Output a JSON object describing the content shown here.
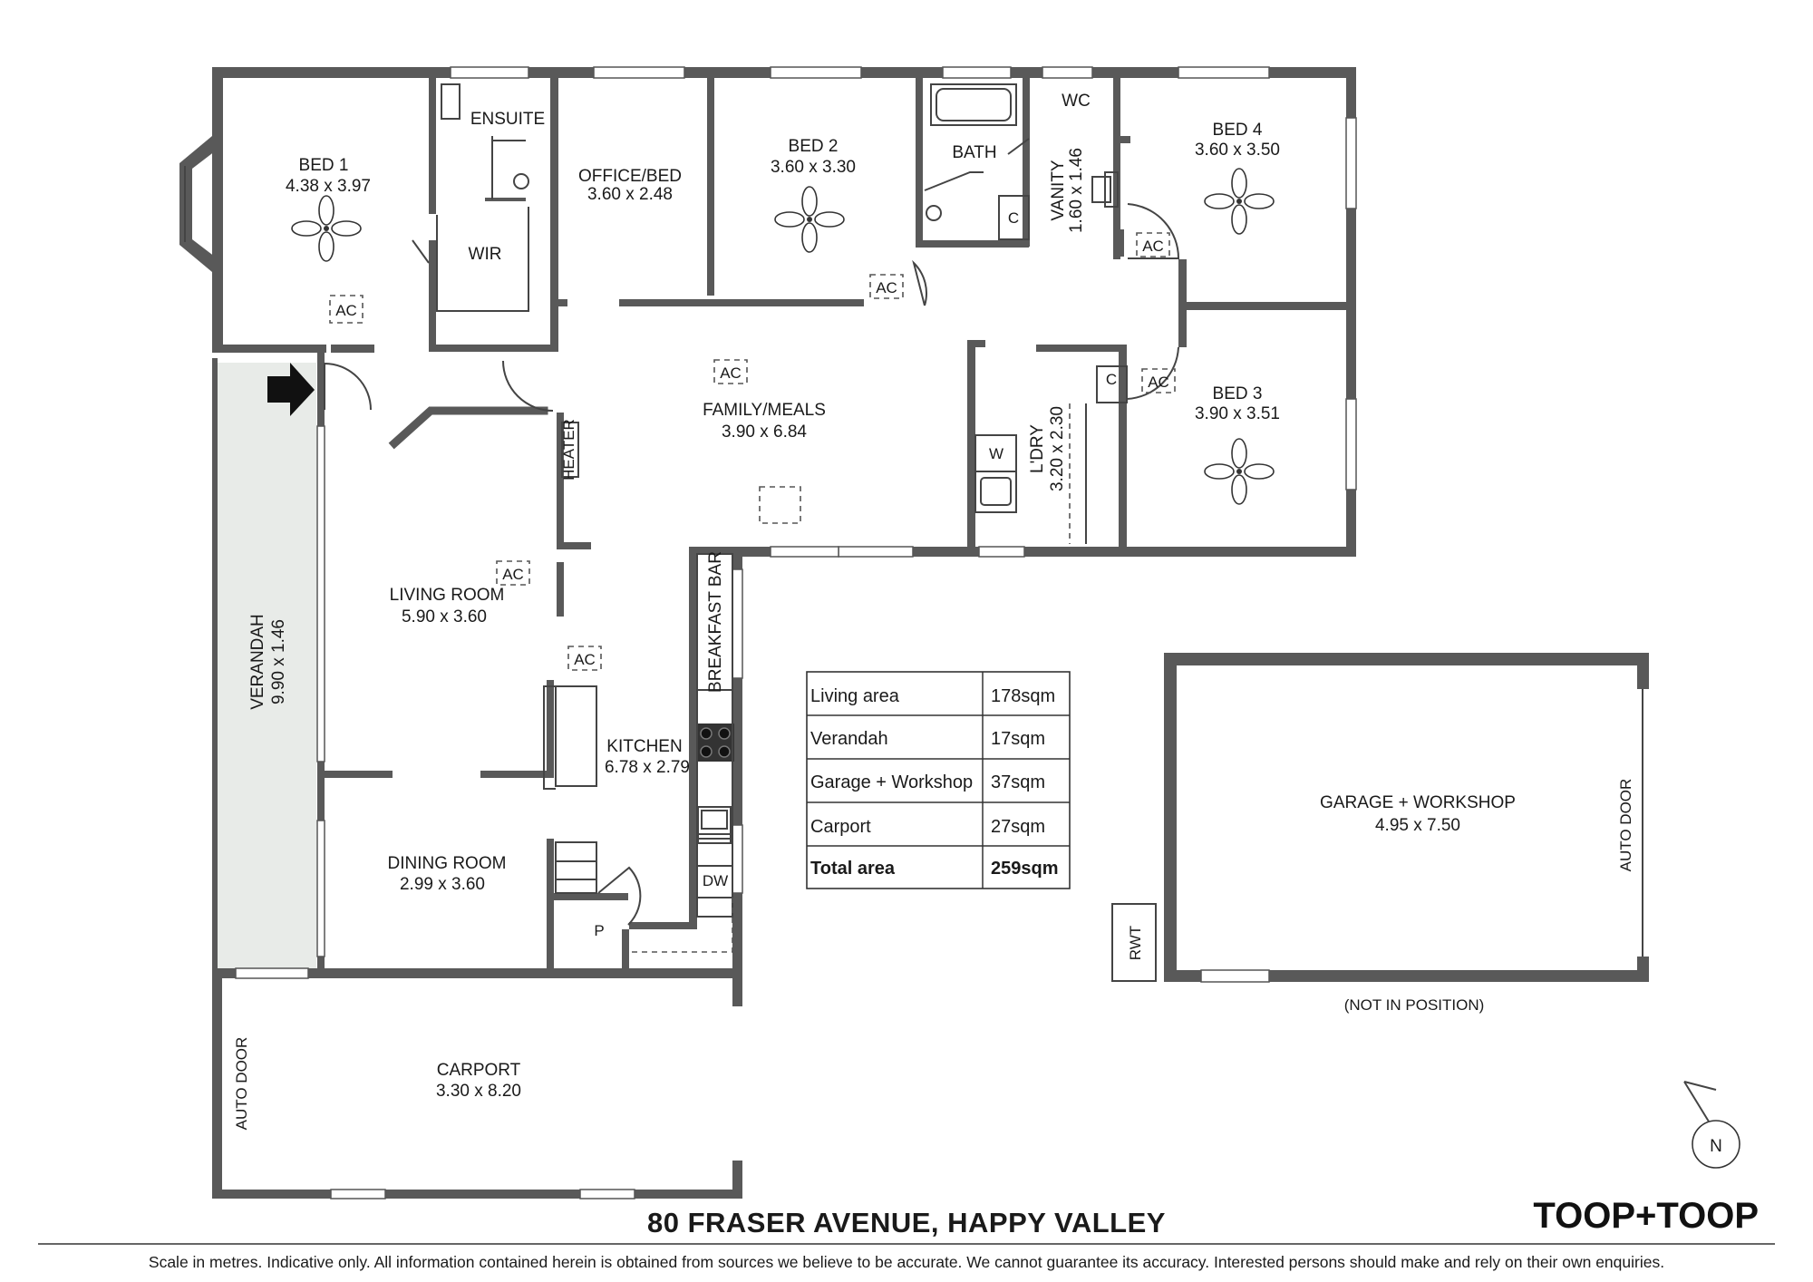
{
  "rooms": {
    "bed1": {
      "name": "BED 1",
      "dims": "4.38 x 3.97"
    },
    "ensuite": {
      "name": "ENSUITE"
    },
    "wir": {
      "name": "WIR"
    },
    "office": {
      "name": "OFFICE/BED",
      "dims": "3.60 x 2.48"
    },
    "bed2": {
      "name": "BED 2",
      "dims": "3.60 x 3.30"
    },
    "bath": {
      "name": "BATH"
    },
    "wc": {
      "name": "WC"
    },
    "vanity": {
      "name": "VANITY",
      "dims": "1.60 x 1.46"
    },
    "bed4": {
      "name": "BED 4",
      "dims": "3.60 x 3.50"
    },
    "bed3": {
      "name": "BED 3",
      "dims": "3.90 x 3.51"
    },
    "family": {
      "name": "FAMILY/MEALS",
      "dims": "3.90 x 6.84"
    },
    "laundry": {
      "name": "L'DRY",
      "dims": "3.20 x 2.30"
    },
    "living": {
      "name": "LIVING ROOM",
      "dims": "5.90 x 3.60"
    },
    "kitchen": {
      "name": "KITCHEN",
      "dims": "6.78 x 2.79"
    },
    "dining": {
      "name": "DINING ROOM",
      "dims": "2.99 x 3.60"
    },
    "verandah": {
      "name": "VERANDAH",
      "dims": "9.90 x 1.46"
    },
    "carport": {
      "name": "CARPORT",
      "dims": "3.30 x 8.20"
    },
    "garage": {
      "name": "GARAGE + WORKSHOP",
      "dims": "4.95 x 7.50"
    }
  },
  "fixtures": {
    "ac": "AC",
    "heater": "HEATER",
    "breakfast_bar": "BREAKFAST BAR",
    "cupboard": "C",
    "washer": "W",
    "dishwasher": "DW",
    "pantry": "P",
    "rwt": "RWT",
    "auto_door": "AUTO DOOR",
    "not_in_position": "(NOT IN POSITION)",
    "north": "N"
  },
  "area_table": [
    {
      "label": "Living area",
      "value": "178sqm"
    },
    {
      "label": "Verandah",
      "value": "17sqm"
    },
    {
      "label": "Garage + Workshop",
      "value": "37sqm"
    },
    {
      "label": "Carport",
      "value": "27sqm"
    },
    {
      "label": "Total area",
      "value": "259sqm",
      "bold": true
    }
  ],
  "title": "80 FRASER AVENUE, HAPPY VALLEY",
  "brand": "TOOP+TOOP",
  "disclaimer": "Scale in metres. Indicative only. All information contained herein is obtained from sources we believe to be accurate. We cannot guarantee its accuracy. Interested persons should make and rely on their own enquiries."
}
